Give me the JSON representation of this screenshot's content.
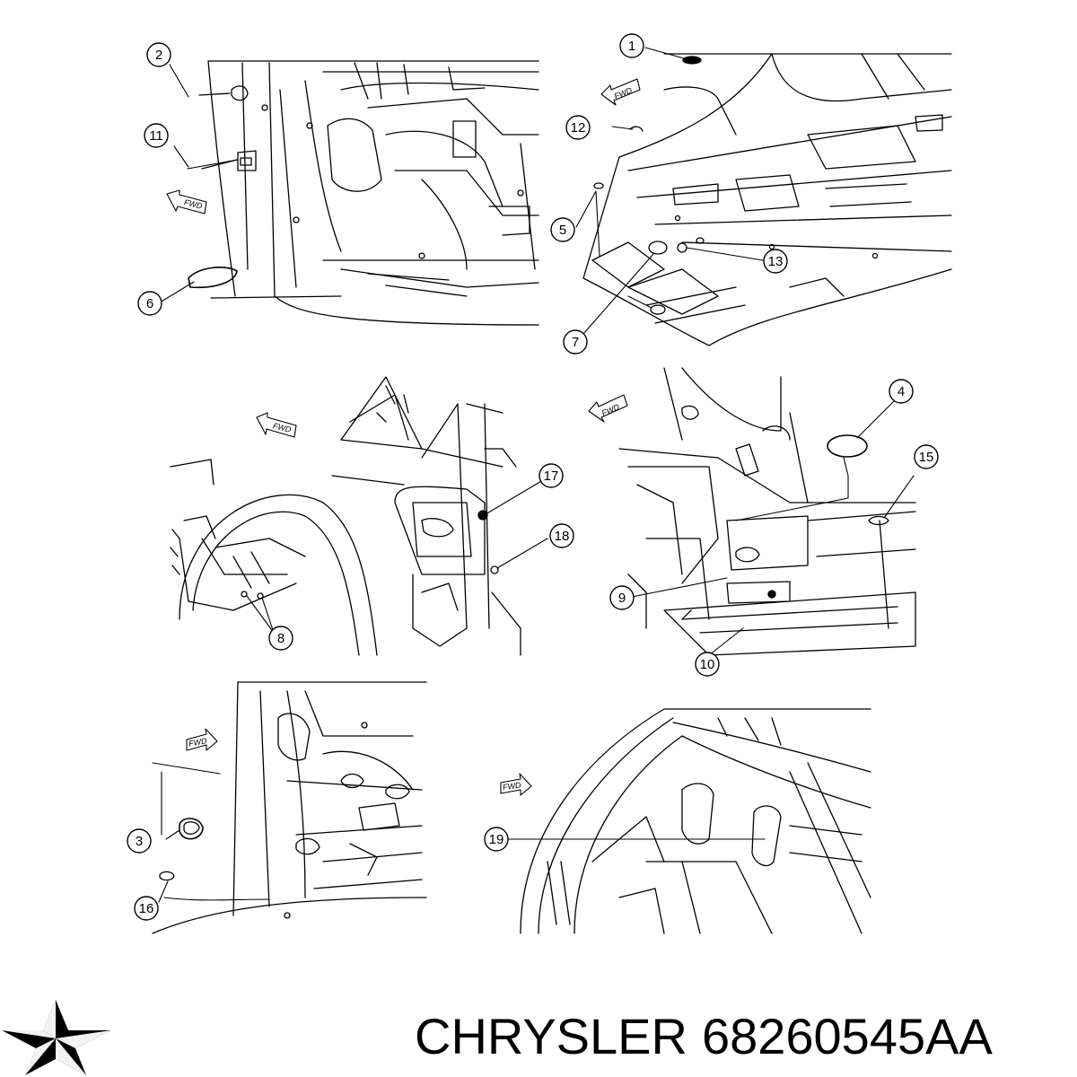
{
  "caption": {
    "brand": "CHRYSLER",
    "part_number": "68260545AA"
  },
  "fwd_label": "FWD",
  "callouts": [
    {
      "id": "1",
      "label": "1"
    },
    {
      "id": "2",
      "label": "2"
    },
    {
      "id": "3",
      "label": "3"
    },
    {
      "id": "4",
      "label": "4"
    },
    {
      "id": "5",
      "label": "5"
    },
    {
      "id": "6",
      "label": "6"
    },
    {
      "id": "7",
      "label": "7"
    },
    {
      "id": "8",
      "label": "8"
    },
    {
      "id": "9",
      "label": "9"
    },
    {
      "id": "10",
      "label": "10"
    },
    {
      "id": "11",
      "label": "11"
    },
    {
      "id": "12",
      "label": "12"
    },
    {
      "id": "13",
      "label": "13"
    },
    {
      "id": "15",
      "label": "15"
    },
    {
      "id": "16",
      "label": "16"
    },
    {
      "id": "17",
      "label": "17"
    },
    {
      "id": "18",
      "label": "18"
    },
    {
      "id": "19",
      "label": "19"
    }
  ],
  "colors": {
    "line": "#000000",
    "background": "#ffffff"
  }
}
